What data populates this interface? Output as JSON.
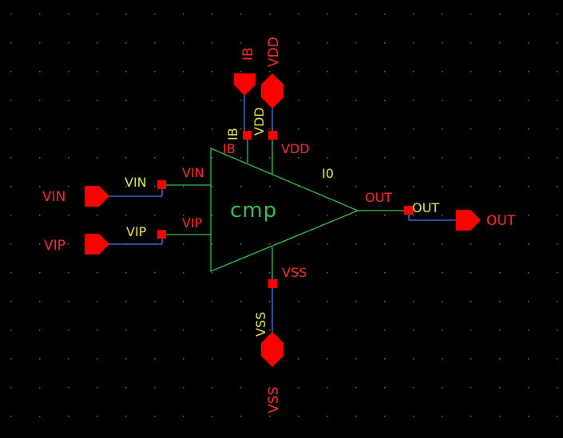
{
  "schematic": {
    "symbol_name": "cmp",
    "instance_name": "I0",
    "colors": {
      "background": "#000000",
      "symbol_outline": "#2fbf55",
      "wire": "#3d7fe0",
      "pin_label": "#ff2a2a",
      "net_label": "#e6e64c",
      "pin_marker": "#ff0000",
      "grid_dot": "#6a6a6a"
    },
    "pins": {
      "vin": "VIN",
      "vip": "VIP",
      "ib": "IB",
      "vdd": "VDD",
      "vss": "VSS",
      "out": "OUT"
    },
    "net_labels": {
      "vin": "VIN",
      "vip": "VIP",
      "ib": "IB",
      "vdd": "VDD",
      "vss": "VSS",
      "out": "OUT"
    },
    "ports": {
      "vin": "VIN",
      "vip": "VIP",
      "ib": "IB",
      "vdd": "VDD",
      "vss": "VSS",
      "out": "OUT"
    }
  }
}
